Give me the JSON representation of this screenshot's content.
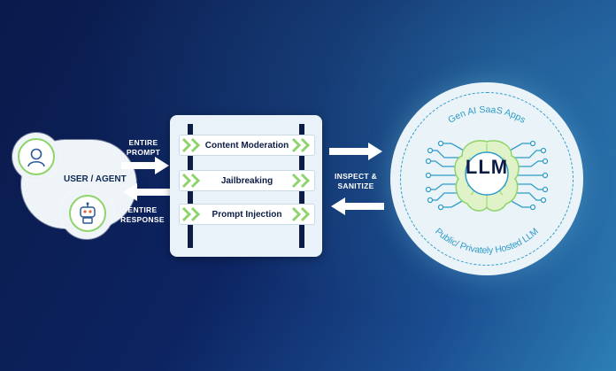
{
  "user": {
    "label": "USER / AGENT",
    "user_icon": "user-icon",
    "robot_icon": "robot-icon"
  },
  "flows": {
    "prompt": "ENTIRE\nPROMPT",
    "response": "ENTIRE\nRESPONSE",
    "inspect": "INSPECT &\nSANITIZE"
  },
  "guardrails": [
    "Content Moderation",
    "Jailbreaking",
    "Prompt Injection"
  ],
  "llm": {
    "label": "LLM",
    "top_arc": "Gen AI SaaS Apps",
    "bottom_arc": "Public/ Privately Hosted LLM",
    "icon": "brain-circuit-icon"
  },
  "colors": {
    "accent_green": "#8fd46b",
    "accent_blue": "#2f9cc9",
    "navy": "#0d1c45"
  }
}
